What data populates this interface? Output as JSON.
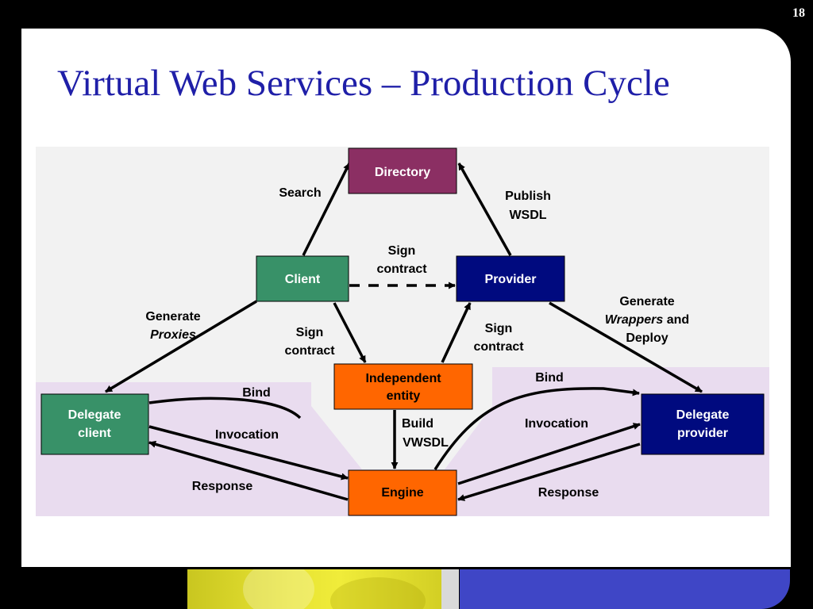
{
  "slide": {
    "number": "18",
    "title": "Virtual Web Services – Production Cycle"
  },
  "colors": {
    "title": "#1f1fa8",
    "directory": "#8b2f63",
    "client": "#389168",
    "provider": "#000a7f",
    "independent": "#ff6600",
    "engine": "#ff6600",
    "delegate_client": "#389168",
    "delegate_provider": "#000a7f",
    "region_band": "#e9dcef",
    "footer_blue": "#3f46c6"
  },
  "nodes": {
    "directory": {
      "label": "Directory"
    },
    "client": {
      "label": "Client"
    },
    "provider": {
      "label": "Provider"
    },
    "independent": {
      "line1": "Independent",
      "line2": "entity"
    },
    "engine": {
      "label": "Engine"
    },
    "delegate_client": {
      "line1": "Delegate",
      "line2": "client"
    },
    "delegate_provider": {
      "line1": "Delegate",
      "line2": "provider"
    }
  },
  "edges": {
    "search": "Search",
    "publish_1": "Publish",
    "publish_2": "WSDL",
    "sign_top_1": "Sign",
    "sign_top_2": "contract",
    "gen_proxies_1": "Generate",
    "gen_proxies_2": "Proxies",
    "sign_left_1": "Sign",
    "sign_left_2": "contract",
    "sign_right_1": "Sign",
    "sign_right_2": "contract",
    "gen_wrappers_1": "Generate",
    "gen_wrappers_2a": "Wrappers",
    "gen_wrappers_2b": " and",
    "gen_wrappers_3": "Deploy",
    "bind_left": "Bind",
    "bind_right": "Bind",
    "invocation_left": "Invocation",
    "invocation_right": "Invocation",
    "response_left": "Response",
    "response_right": "Response",
    "build_1": "Build",
    "build_2": "VWSDL"
  }
}
